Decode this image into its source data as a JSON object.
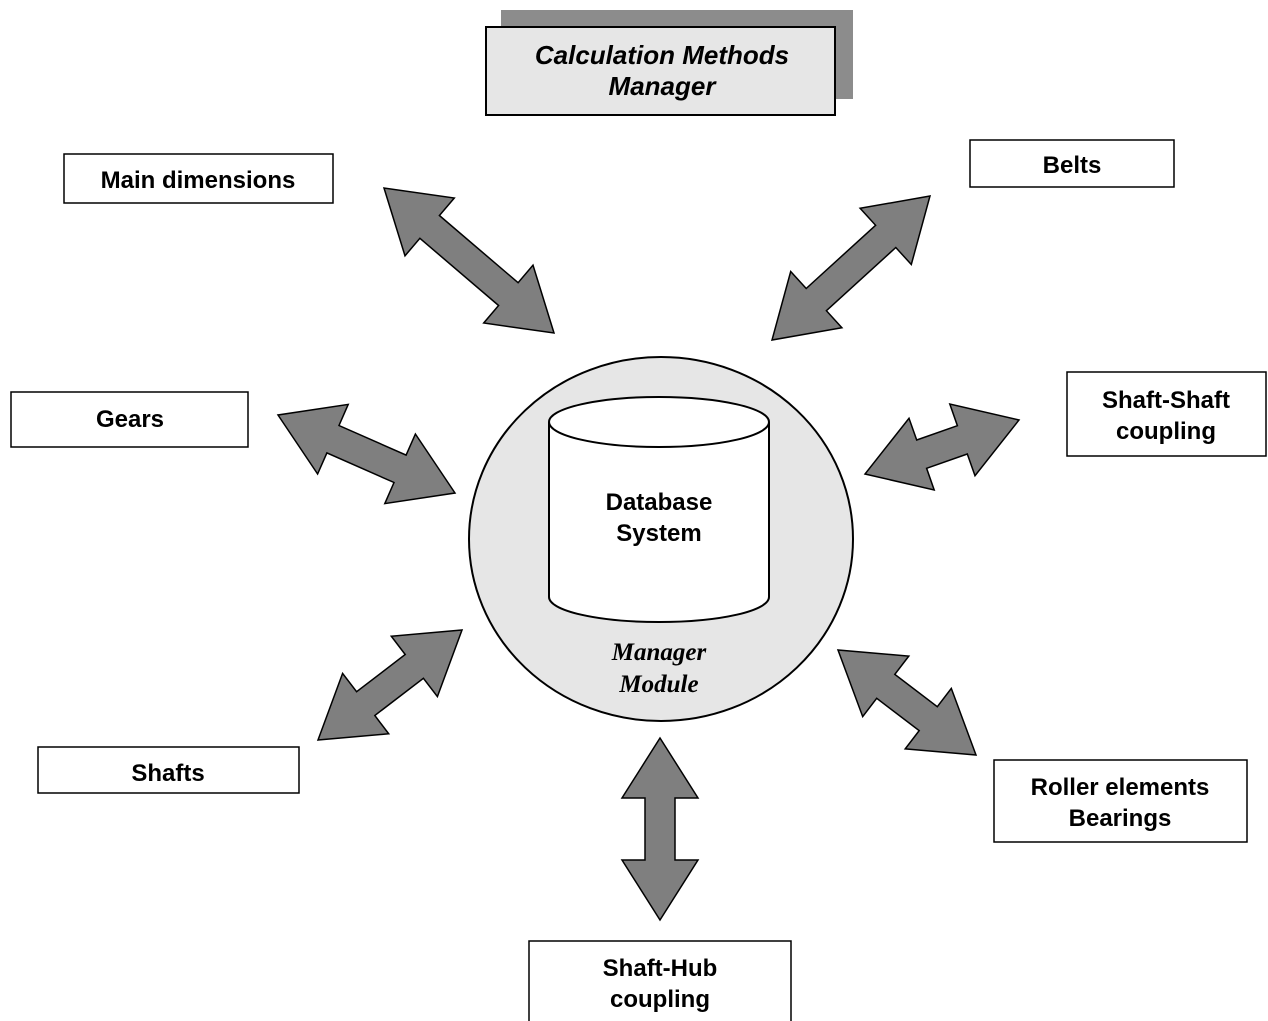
{
  "title": {
    "lines": [
      "Calculation Methods",
      "Manager"
    ]
  },
  "center": {
    "database_lines": [
      "Database",
      "System"
    ],
    "module_lines": [
      "Manager",
      "Module"
    ]
  },
  "nodes": {
    "main_dimensions": {
      "lines": [
        "Main dimensions"
      ]
    },
    "belts": {
      "lines": [
        "Belts"
      ]
    },
    "gears": {
      "lines": [
        "Gears"
      ]
    },
    "shaft_shaft": {
      "lines": [
        "Shaft-Shaft",
        "coupling"
      ]
    },
    "shafts": {
      "lines": [
        "Shafts"
      ]
    },
    "roller_bearings": {
      "lines": [
        "Roller elements",
        "Bearings"
      ]
    },
    "shaft_hub": {
      "lines": [
        "Shaft-Hub",
        "coupling"
      ]
    }
  },
  "colors": {
    "arrow_fill": "#7f7f7f",
    "circle_fill": "#e6e6e6",
    "title_fill": "#e6e6e6",
    "title_shadow": "#8c8c8c",
    "stroke": "#000000"
  }
}
